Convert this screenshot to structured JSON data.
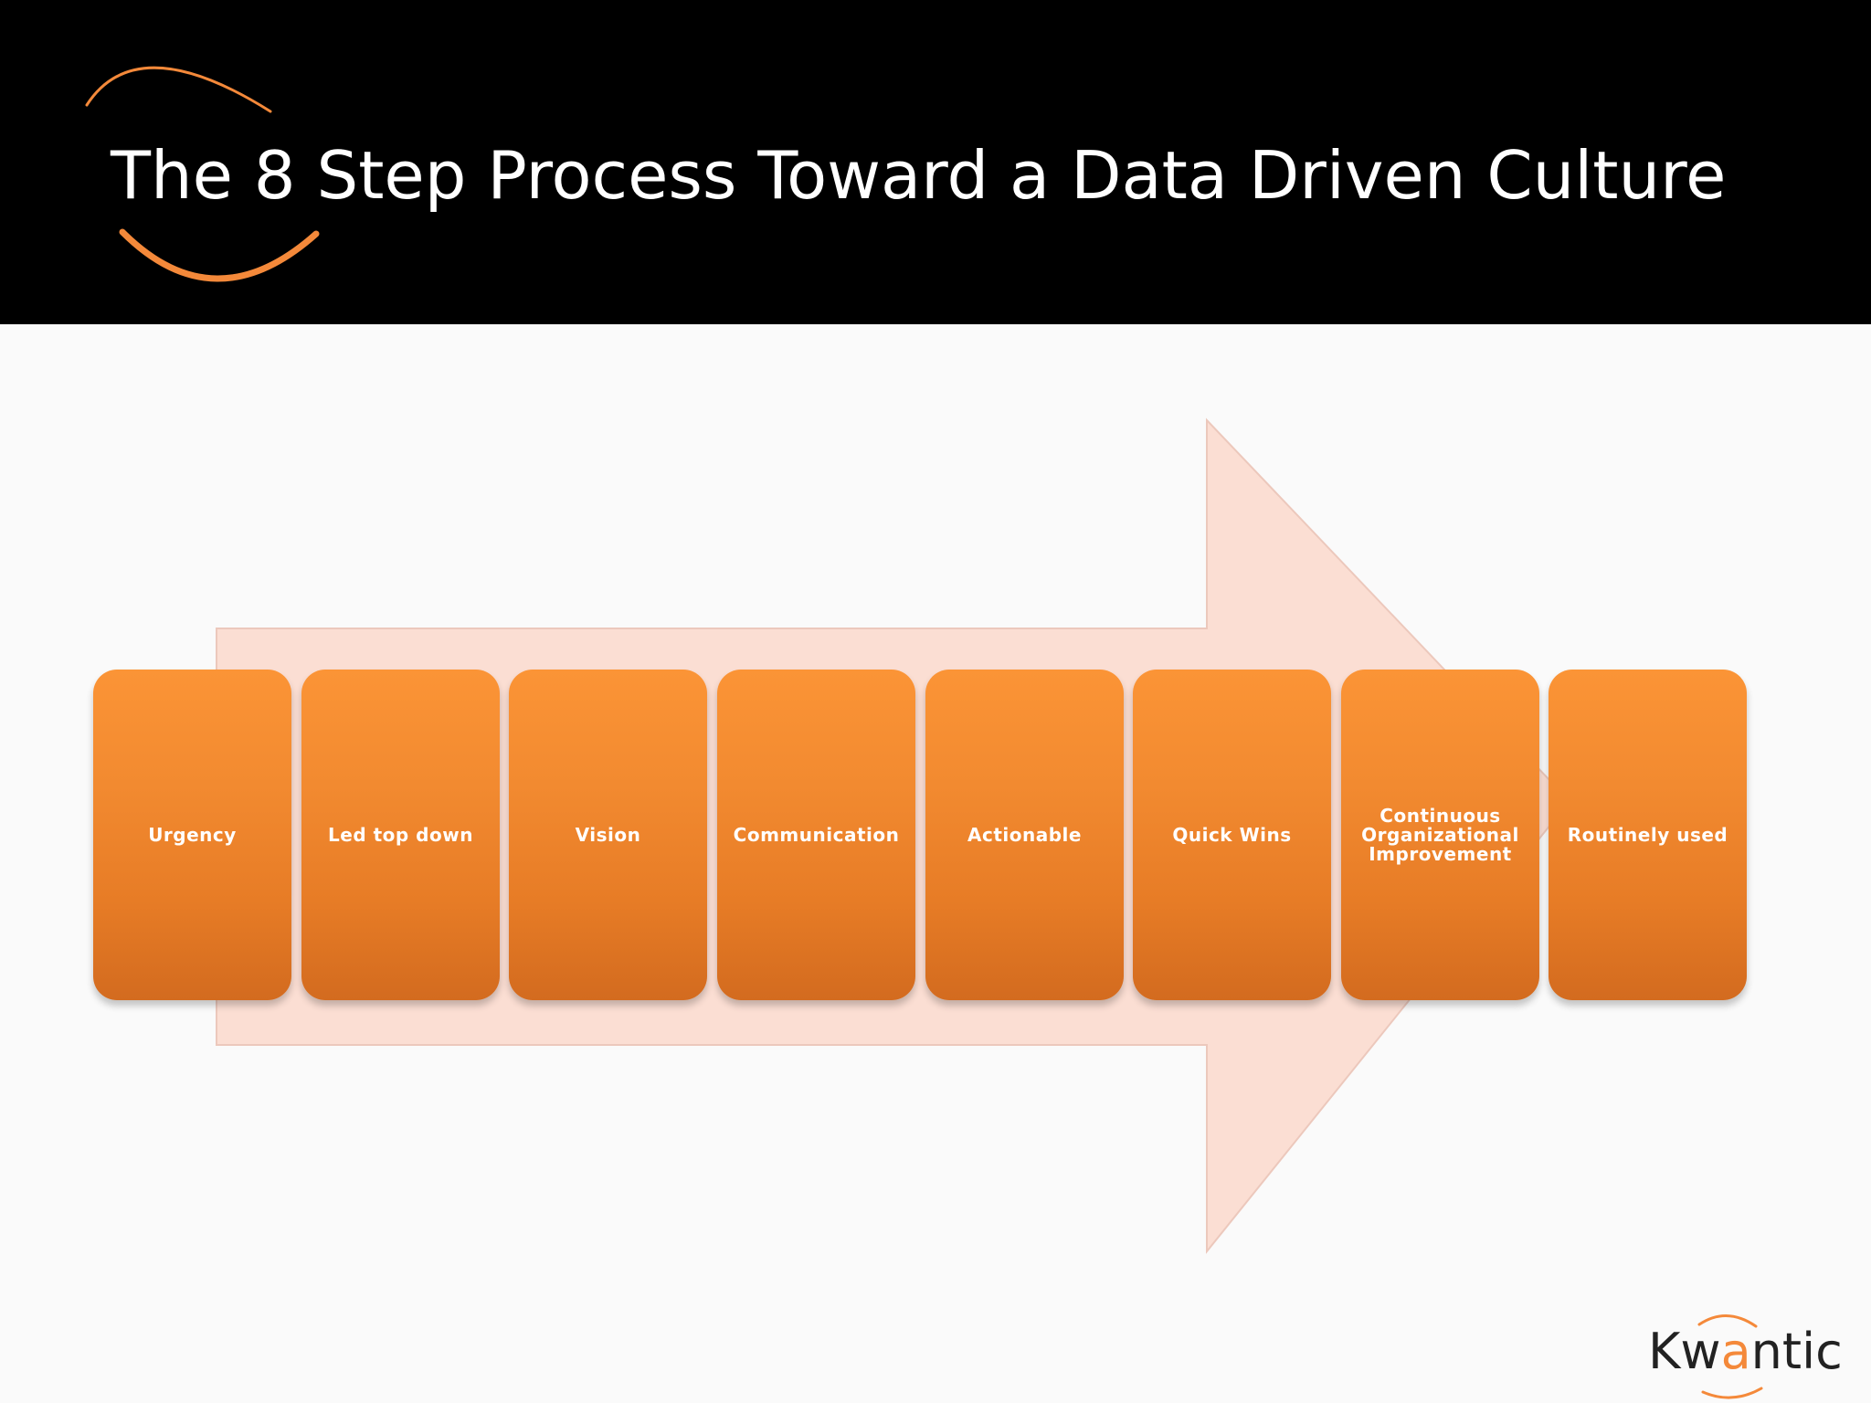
{
  "slide": {
    "title": "The 8 Step Process Toward a Data Driven Culture"
  },
  "steps": [
    {
      "label": "Urgency"
    },
    {
      "label": "Led top down"
    },
    {
      "label": "Vision"
    },
    {
      "label": "Communication"
    },
    {
      "label": "Actionable"
    },
    {
      "label": "Quick Wins"
    },
    {
      "label": "Continuous\nOrganizational\nImprovement"
    },
    {
      "label": "Routinely used"
    }
  ],
  "logo": {
    "text_before": "Kw",
    "text_accent": "a",
    "text_after": "ntic"
  },
  "colors": {
    "header_bg": "#000000",
    "accent_orange": "#f4893a",
    "step_box_top": "#fb9436",
    "step_box_bottom": "#d36b1f",
    "arrow_fill": "#fbded3",
    "background": "#fafafa"
  },
  "icons": {
    "header_decoration": "orange-swoosh-icon",
    "diagram_arrow": "right-arrow-icon"
  }
}
